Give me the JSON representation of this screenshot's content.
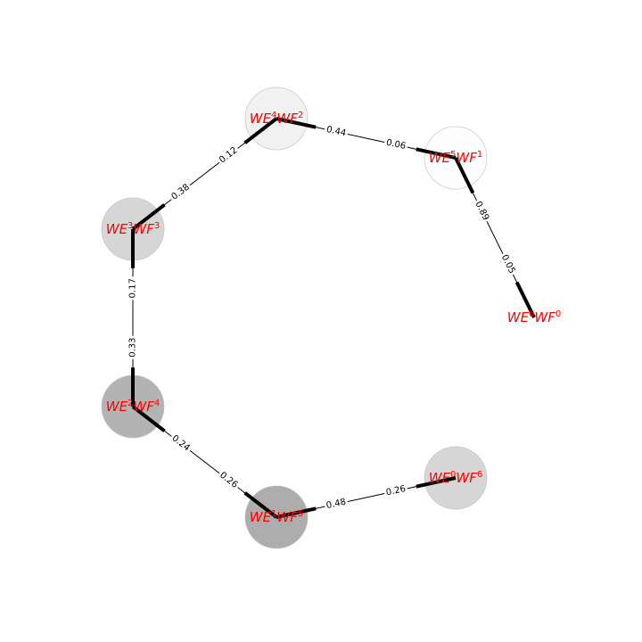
{
  "diagram": {
    "node_label_color": "#ff0000",
    "nodes": [
      {
        "id": "n0",
        "base1": "WE",
        "exp1": "0",
        "base2": "WF",
        "exp2": "6",
        "fill": "#cccccc",
        "alpha": 0.8
      },
      {
        "id": "n1",
        "base1": "WE",
        "exp1": "1",
        "base2": "WF",
        "exp2": "5",
        "fill": "#999999",
        "alpha": 0.8
      },
      {
        "id": "n2",
        "base1": "WE",
        "exp1": "2",
        "base2": "WF",
        "exp2": "4",
        "fill": "#a0a0a0",
        "alpha": 0.8
      },
      {
        "id": "n3",
        "base1": "WE",
        "exp1": "3",
        "base2": "WF",
        "exp2": "3",
        "fill": "#cccccc",
        "alpha": 0.8
      },
      {
        "id": "n4",
        "base1": "WE",
        "exp1": "4",
        "base2": "WF",
        "exp2": "2",
        "fill": "#eeeeee",
        "alpha": 0.8
      },
      {
        "id": "n5",
        "base1": "WE",
        "exp1": "5",
        "base2": "WF",
        "exp2": "1",
        "fill": "#fcfcfc",
        "alpha": 0.8
      },
      {
        "id": "n6",
        "base1": "WE",
        "exp1": "6",
        "base2": "WF",
        "exp2": "0",
        "fill": "none",
        "alpha": 0
      }
    ],
    "edges": [
      {
        "from": "n0",
        "to": "n1",
        "label_from": "0.26",
        "label_to": "0.48"
      },
      {
        "from": "n1",
        "to": "n2",
        "label_from": "0.26",
        "label_to": "0.24"
      },
      {
        "from": "n2",
        "to": "n3",
        "label_from": "0.33",
        "label_to": "0.17"
      },
      {
        "from": "n3",
        "to": "n4",
        "label_from": "0.38",
        "label_to": "0.12"
      },
      {
        "from": "n4",
        "to": "n5",
        "label_from": "0.44",
        "label_to": "0.06"
      },
      {
        "from": "n5",
        "to": "n6",
        "label_from": "0.89",
        "label_to": "0.05"
      }
    ]
  }
}
